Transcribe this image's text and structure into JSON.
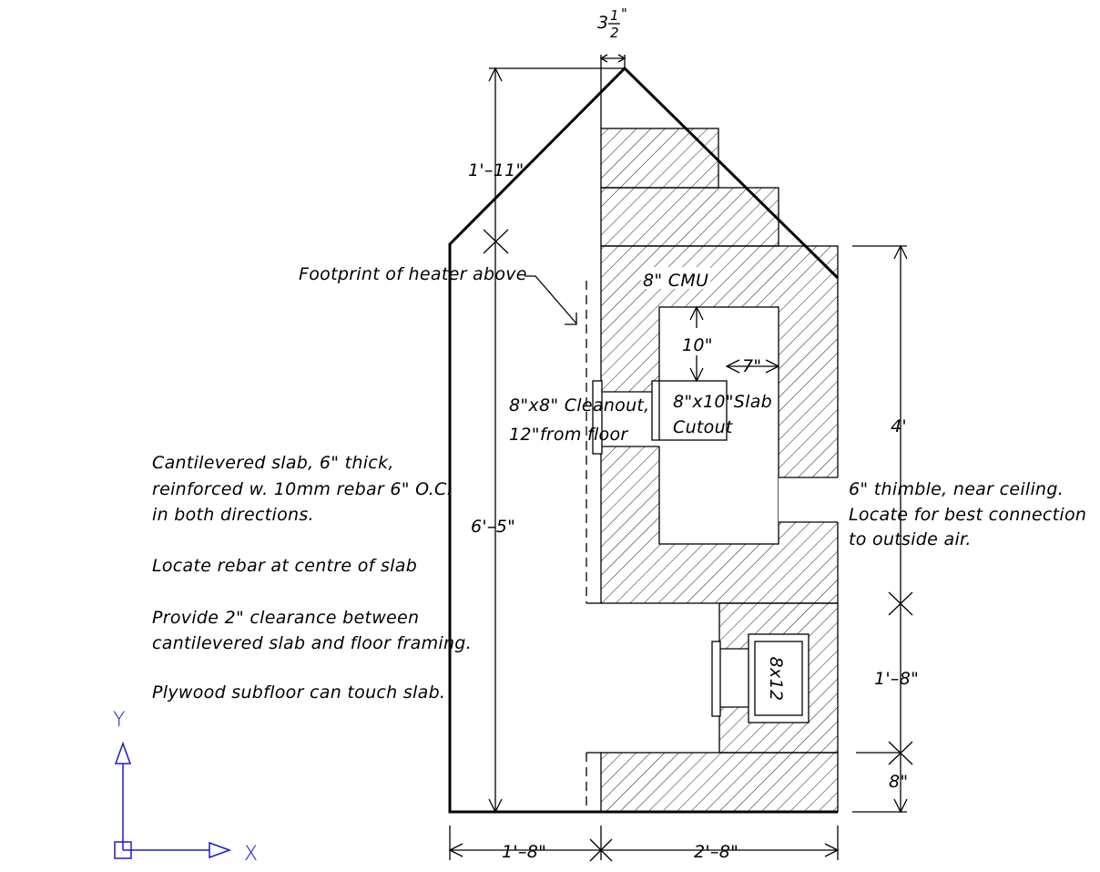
{
  "dimensions": {
    "top_peak_width_whole": "3",
    "top_peak_width_num": "1",
    "top_peak_width_den": "2",
    "roof_height": "1'–11\"",
    "total_height": "6'–5\"",
    "heater_height": "4'",
    "lower_section_height": "1'–8\"",
    "base_height": "8\"",
    "left_width": "1'–8\"",
    "right_width": "2'–8\"",
    "inner_10": "10\"",
    "inner_7": "7\""
  },
  "labels": {
    "footprint": "Footprint of heater above",
    "cmu": "8\" CMU",
    "cleanout_line1": "8\"x8\" Cleanout,",
    "cleanout_line2": "12\"from floor",
    "slab_cutout_line1": "8\"x10\"Slab",
    "slab_cutout_line2": "Cutout",
    "box_8x12": "8x12",
    "thimble_line1": "6\" thimble, near ceiling.",
    "thimble_line2": "Locate for best connection",
    "thimble_line3": "to outside air."
  },
  "notes": {
    "slab_line1": "Cantilevered slab, 6\" thick,",
    "slab_line2": "reinforced w. 10mm rebar 6\" O.C.",
    "slab_line3": "in both directions.",
    "rebar": "Locate rebar at centre of slab",
    "clearance_line1": "Provide 2\" clearance between",
    "clearance_line2": "cantilevered slab and floor framing.",
    "plywood": "Plywood subfloor can touch slab."
  },
  "ucs": {
    "y_label": "Y",
    "x_label": "X"
  },
  "colors": {
    "line": "#000000",
    "ucs": "#1b1bd0"
  }
}
